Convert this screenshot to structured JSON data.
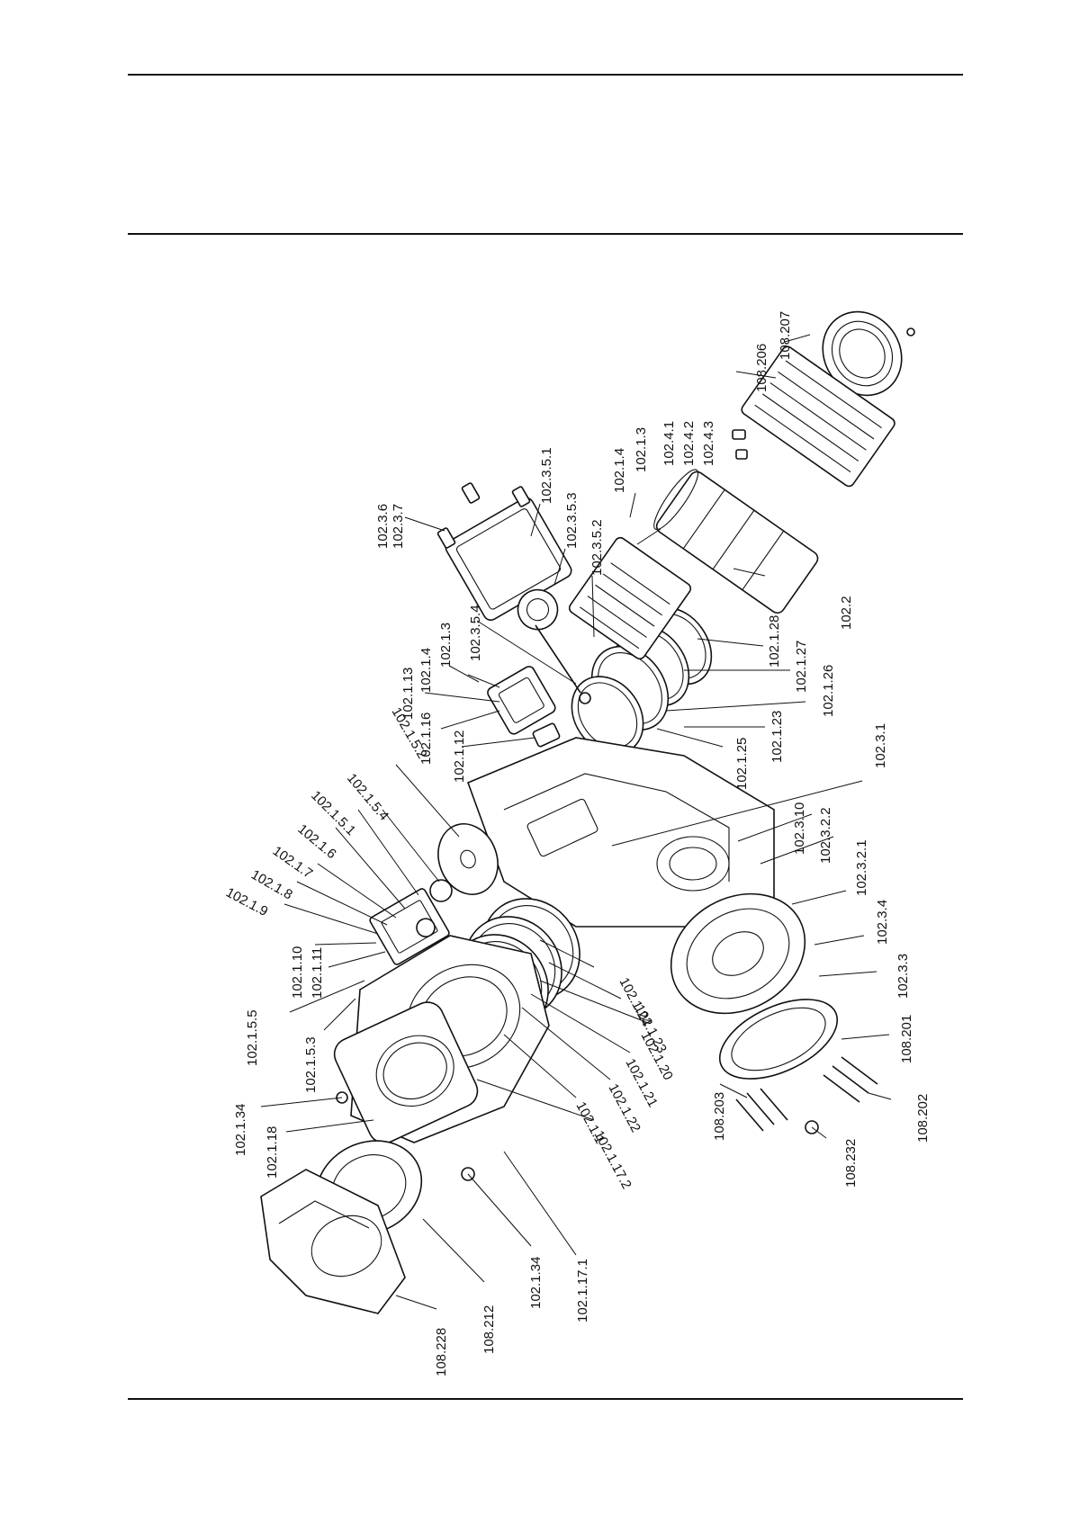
{
  "labels": {
    "p102_3_6": "102.3.6",
    "p102_3_7": "102.3.7",
    "p102_3_5_1": "102.3.5.1",
    "p102_3_5_3": "102.3.5.3",
    "p102_3_5_2": "102.3.5.2",
    "p102_3_5_4": "102.3.5.4",
    "p102_1_4_a": "102.1.4",
    "p102_1_3_a": "102.1.3",
    "p102_4_1": "102.4.1",
    "p102_4_2": "102.4.2",
    "p102_4_3": "102.4.3",
    "p108_206": "108.206",
    "p108_207": "108.207",
    "p102_2": "102.2",
    "p102_1_28": "102.1.28",
    "p102_1_27": "102.1.27",
    "p102_1_26": "102.1.26",
    "p102_1_23_a": "102.1.23",
    "p102_1_25": "102.1.25",
    "p102_3_1": "102.3.1",
    "p102_3_10": "102.3.10",
    "p102_3_2_2": "102.3.2.2",
    "p102_3_2_1": "102.3.2.1",
    "p102_3_4": "102.3.4",
    "p102_3_3": "102.3.3",
    "p108_201": "108.201",
    "p108_202": "108.202",
    "p108_232": "108.232",
    "p108_203": "108.203",
    "p102_1_3_b": "102.1.3",
    "p102_1_4_b": "102.1.4",
    "p102_1_13": "102.1.13",
    "p102_1_16": "102.1.16",
    "p102_1_12": "102.1.12",
    "p102_1_5_2": "102.1.5.2",
    "p102_1_5_4": "102.1.5.4",
    "p102_1_5_1": "102.1.5.1",
    "p102_1_6": "102.1.6",
    "p102_1_7": "102.1.7",
    "p102_1_8": "102.1.8",
    "p102_1_9": "102.1.9",
    "p102_1_10": "102.1.10",
    "p102_1_11": "102.1.11",
    "p102_1_5_5": "102.1.5.5",
    "p102_1_5_3": "102.1.5.3",
    "p102_1_34_a": "102.1.34",
    "p102_1_18": "102.1.18",
    "p102_1_24": "102.1.24",
    "p102_1_23_b": "102.1.23",
    "p102_1_20": "102.1.20",
    "p102_1_21": "102.1.21",
    "p102_1_22": "102.1.22",
    "p102_1_1": "102.1.1",
    "p102_1_17_2": "102.1.17.2",
    "p102_1_17_1": "102.1.17.1",
    "p102_1_34_b": "102.1.34",
    "p108_212": "108.212",
    "p108_228": "108.228"
  }
}
